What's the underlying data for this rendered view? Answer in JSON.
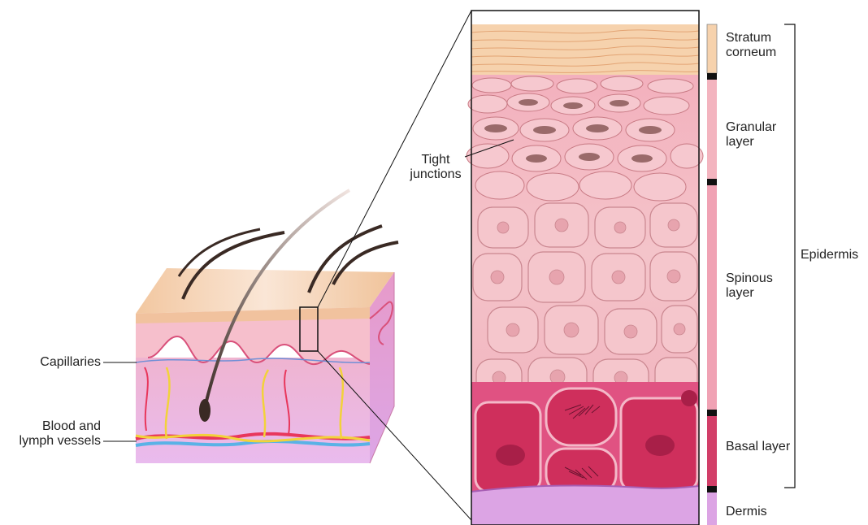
{
  "labels": {
    "stratum_corneum": "Stratum corneum",
    "granular_layer": "Granular layer",
    "spinous_layer": "Spinous layer",
    "basal_layer": "Basal layer",
    "dermis": "Dermis",
    "epidermis": "Epidermis",
    "tight_junctions": "Tight junctions",
    "capillaries": "Capillaries",
    "blood_and_lymph_vessels": "Blood and lymph vessels"
  },
  "colors": {
    "stratum_corneum": "#f6d2ad",
    "granular": "#f3b4bf",
    "spinous": "#f2c0c6",
    "basal": "#d23e68",
    "dermis": "#dca4e4",
    "blood_vessel": "#e8375c",
    "lymph_vessel": "#5ab2e6",
    "nerve": "#f2d23a",
    "hair": "#3a2a24"
  }
}
